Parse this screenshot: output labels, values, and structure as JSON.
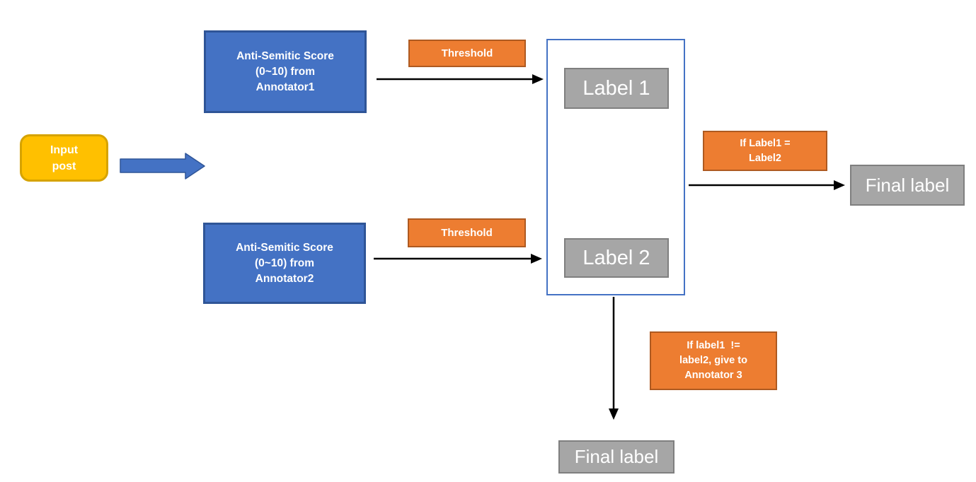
{
  "nodes": {
    "input_post": {
      "line1": "Input",
      "line2": "post"
    },
    "score_annotator1": {
      "line1": "Anti-Semitic Score",
      "line2": "(0~10) from",
      "line3": "Annotator1"
    },
    "score_annotator2": {
      "line1": "Anti-Semitic Score",
      "line2": "(0~10) from",
      "line3": "Annotator2"
    },
    "threshold_top": {
      "label": "Threshold"
    },
    "threshold_bottom": {
      "label": "Threshold"
    },
    "label_1": {
      "label": "Label 1"
    },
    "label_2": {
      "label": "Label 2"
    },
    "cond_equal": {
      "line1": "If Label1 =",
      "line2": "Label2"
    },
    "cond_not_equal": {
      "line1": "If label1  !=",
      "line2": "label2, give to",
      "line3": "Annotator 3"
    },
    "final_label_right": {
      "label": "Final label"
    },
    "final_label_bottom": {
      "label": "Final label"
    }
  },
  "colors": {
    "blue_fill": "#4472C4",
    "blue_border": "#2F5597",
    "orange_fill": "#ED7D31",
    "orange_border": "#AE5A21",
    "gold_fill": "#FFC000",
    "gold_border": "#D6A300",
    "gray_fill": "#A6A6A6",
    "gray_border": "#7F7F7F",
    "container_border": "#4472C4",
    "arrow_color": "#000000"
  }
}
